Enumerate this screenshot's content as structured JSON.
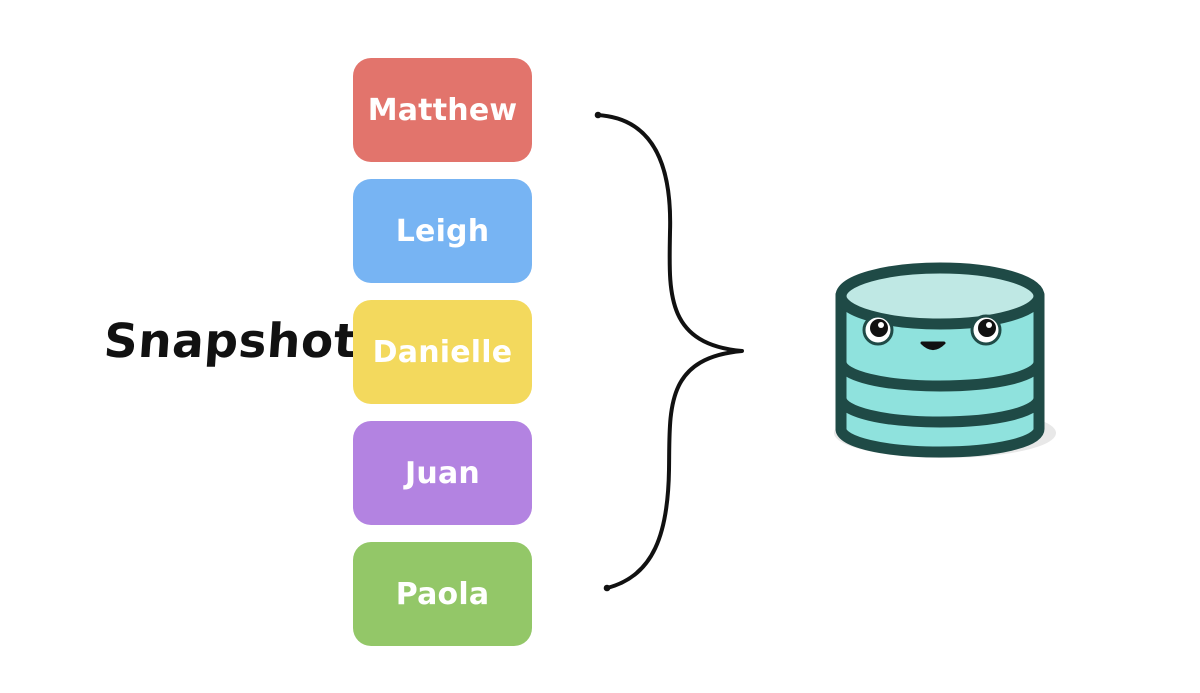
{
  "diagram": {
    "label": "Snapshot",
    "items": [
      {
        "name": "Matthew",
        "color": "#e2746c"
      },
      {
        "name": "Leigh",
        "color": "#77b4f3"
      },
      {
        "name": "Danielle",
        "color": "#f3d95d"
      },
      {
        "name": "Juan",
        "color": "#b383e1"
      },
      {
        "name": "Paola",
        "color": "#93c768"
      }
    ],
    "brace_icon": "curly-brace",
    "database_icon": "happy-database",
    "colors": {
      "ink": "#111111",
      "db_outline": "#1f4a46",
      "db_top": "#bfe8e4",
      "db_body": "#8fe2dd",
      "db_shadow": "#e8e8e8"
    }
  }
}
